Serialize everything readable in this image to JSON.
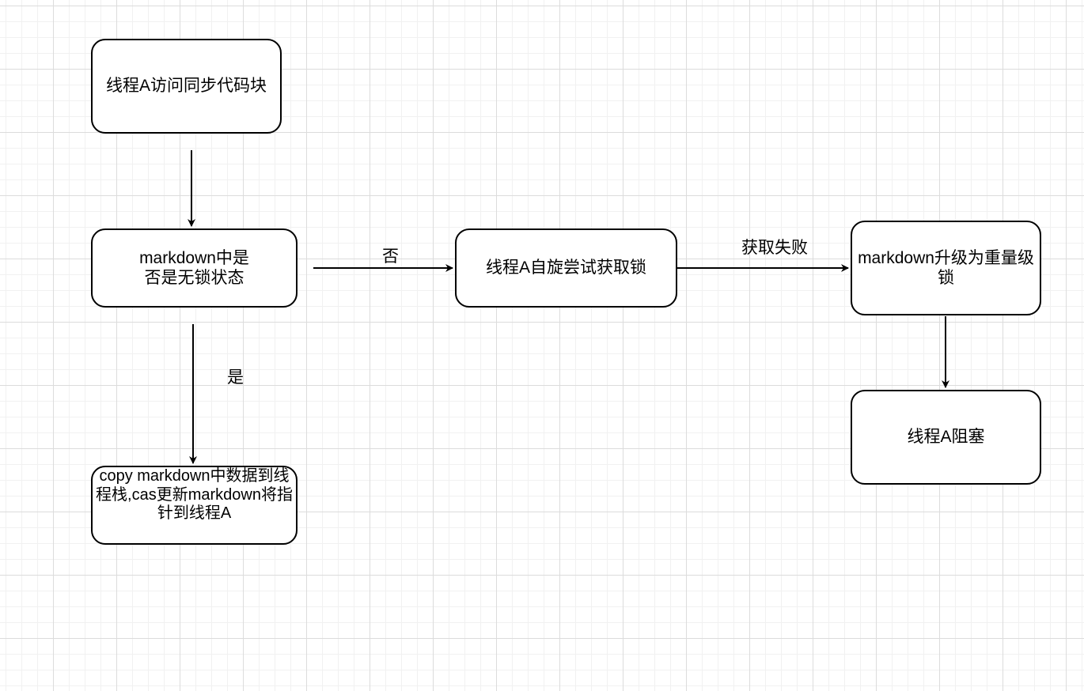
{
  "nodes": {
    "start": "线程A访问同步代码块",
    "check_unlocked": "markdown中是否是无锁状态",
    "spin": "线程A自旋尝试获取锁",
    "upgrade": "markdown升级为重量级锁",
    "blocked": "线程A阻塞",
    "copy": "copy markdown中数据到线程栈,cas更新markdown将指针到线程A"
  },
  "edge_labels": {
    "no": "否",
    "fail": "获取失败",
    "yes": "是"
  },
  "colors": {
    "line": "#000000",
    "node_border": "#000000",
    "node_fill": "#ffffff"
  }
}
